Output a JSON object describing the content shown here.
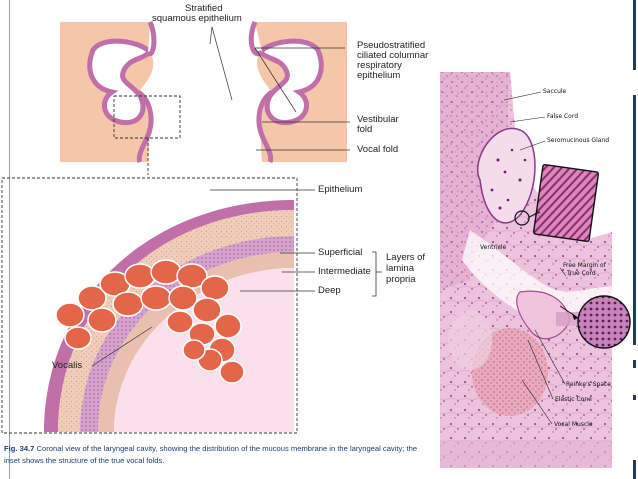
{
  "figure": {
    "number": "Fig. 34.7",
    "caption": "Coronal view of the laryngeal cavity, showing the distribution of the mucous membrane in the laryngeal cavity; the inset shows the structure of the true vocal folds."
  },
  "diagram_labels": {
    "stratified_line1": "Stratified",
    "stratified_line2": "squamous epithelium",
    "pseudo_line1": "Pseudostratified",
    "pseudo_line2": "ciliated columnar",
    "pseudo_line3": "respiratory",
    "pseudo_line4": "epithelium",
    "vestibular_line1": "Vestibular",
    "vestibular_line2": "fold",
    "vocal_fold": "Vocal fold",
    "epithelium": "Epithelium",
    "superficial": "Superficial",
    "intermediate": "Intermediate",
    "deep": "Deep",
    "layers_line1": "Layers of",
    "layers_line2": "lamina",
    "layers_line3": "propria",
    "vocalis": "Vocalis"
  },
  "histology_labels": {
    "saccule": "Saccule",
    "false_cord": "False Cord",
    "seromucinous_gland": "Seromucinous Gland",
    "ventricle": "Ventricle",
    "free_margin_line1": "Free Margin of",
    "free_margin_line2": "True Cord",
    "reinkes_space": "Reinke's Space",
    "elastic_cone": "Elastic Cone",
    "vocal_muscle": "Vocal Muscle"
  },
  "colors": {
    "tissue_peach": "#f4c4a8",
    "epithelium_pink": "#c06fa8",
    "muscle_red": "#e06a48",
    "lamina_lavender": "#d9a7cf",
    "histology_pink": "#e9b8d6",
    "caption_blue": "#1b3f72",
    "accent_navy": "#1f3d5a"
  }
}
